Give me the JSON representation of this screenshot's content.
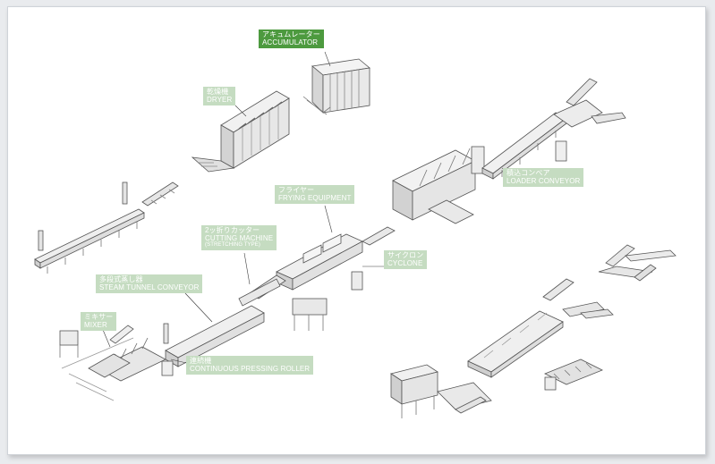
{
  "colors": {
    "accent": "#4d9a3f",
    "label_bg": "#c5dcc1",
    "line": "#555555"
  },
  "labels": {
    "accumulator": {
      "jp": "アキュムレーター",
      "en": "ACCUMULATOR",
      "active": true
    },
    "dryer": {
      "jp": "乾燥機",
      "en": "DRYER"
    },
    "frying": {
      "jp": "フライヤー",
      "en": "FRYING EQUIPMENT"
    },
    "cutting": {
      "jp": "2ッ折りカッター",
      "en": "CUTTING MACHINE",
      "sub": "(STRETCHING TYPE)"
    },
    "cyclone": {
      "jp": "サイクロン",
      "en": "CYCLONE"
    },
    "loader": {
      "jp": "積込コンベア",
      "en": "LOADER CONVEYOR"
    },
    "steam": {
      "jp": "多段式蒸し器",
      "en": "STEAM TUNNEL CONVEYOR"
    },
    "mixer": {
      "jp": "ミキサー",
      "en": "MIXER"
    },
    "pressing": {
      "jp": "連続機",
      "en": "CONTINUOUS PRESSING ROLLER"
    }
  }
}
